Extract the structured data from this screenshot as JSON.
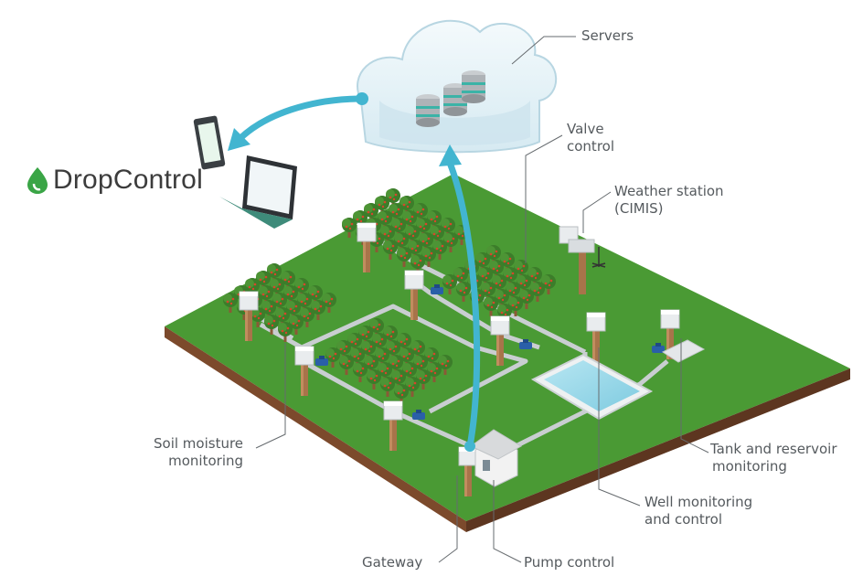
{
  "brand": {
    "name": "DropControl",
    "icon": "water-drop-icon",
    "color": "#3aa546"
  },
  "labels": {
    "servers": "Servers",
    "valve_control": [
      "Valve",
      "control"
    ],
    "weather_station": [
      "Weather station",
      "(CIMIS)"
    ],
    "soil_moisture": [
      "Soil moisture",
      "monitoring"
    ],
    "tank_reservoir": [
      "Tank and reservoir",
      "monitoring"
    ],
    "well_monitoring": [
      "Well monitoring",
      "and control"
    ],
    "gateway": "Gateway",
    "pump_control": "Pump control"
  },
  "colors": {
    "grass": "#4a9a34",
    "soil": "#7c4a2c",
    "soil_dark": "#5d3620",
    "pipe": "#c9ced1",
    "arrow": "#42b5d0",
    "cloud": "#e7f3f8",
    "water": "#9ad7e8",
    "tree_leaf": "#3f7f2c",
    "fruit": "#d34a2d"
  }
}
